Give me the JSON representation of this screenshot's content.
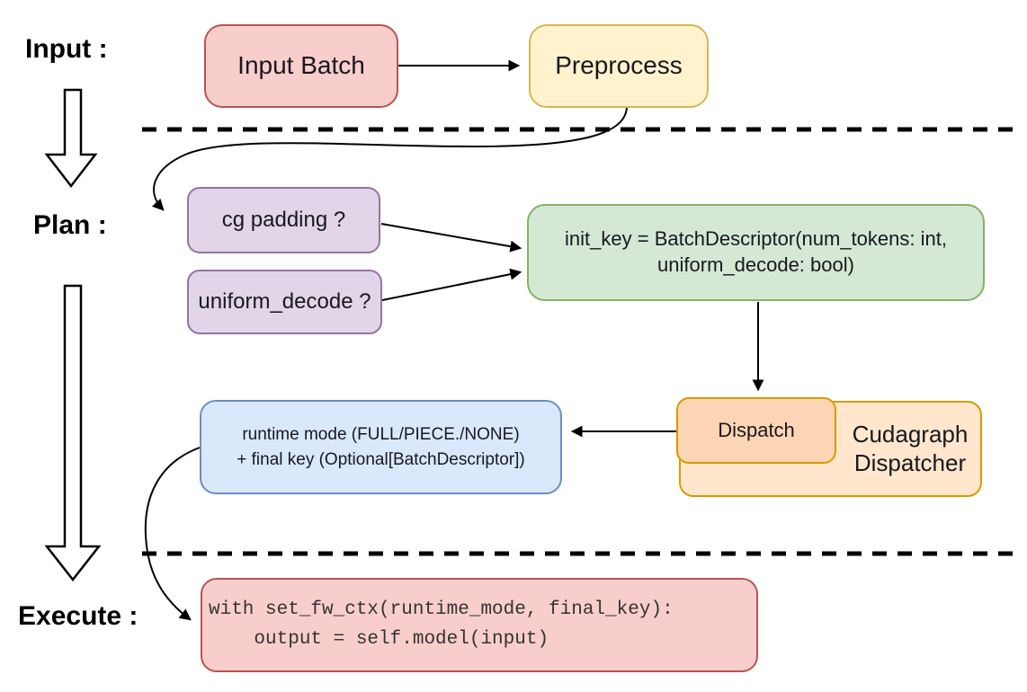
{
  "diagram": {
    "stage_labels": {
      "input": "Input :",
      "plan": "Plan :",
      "execute": "Execute :"
    },
    "nodes": {
      "input_batch": {
        "label": "Input Batch",
        "fill": "#F8CECC",
        "stroke": "#B85450"
      },
      "preprocess": {
        "label": "Preprocess",
        "fill": "#FFF2CC",
        "stroke": "#D6B656"
      },
      "cg_padding": {
        "label": "cg padding ?",
        "fill": "#E1D5E7",
        "stroke": "#9673A6"
      },
      "uniform_decode": {
        "label": "uniform_decode ?",
        "fill": "#E1D5E7",
        "stroke": "#9673A6"
      },
      "init_key": {
        "line1": "init_key = BatchDescriptor(num_tokens: int,",
        "line2": "uniform_decode: bool)",
        "fill": "#D5E8D4",
        "stroke": "#82B366"
      },
      "dispatch": {
        "label": "Dispatch",
        "fill": "#FCD5B5",
        "stroke": "#D79B00"
      },
      "cudagraph_dispatcher": {
        "line1": "Cudagraph",
        "line2": "Dispatcher",
        "fill": "#FFE6CC",
        "stroke": "#D79B00"
      },
      "runtime_mode": {
        "line1": "runtime mode (FULL/PIECE./NONE)",
        "line2": "+ final key (Optional[BatchDescriptor])",
        "fill": "#DAE8FC",
        "stroke": "#6C8EBF"
      },
      "execute_code": {
        "line1": "with set_fw_ctx(runtime_mode, final_key):",
        "line2": "    output = self.model(input)",
        "fill": "#F8CECC",
        "stroke": "#B85450"
      }
    },
    "arrow_color": "#000000"
  }
}
